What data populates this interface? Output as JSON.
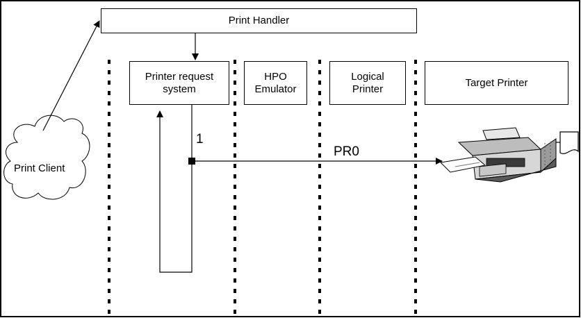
{
  "diagram": {
    "handler": "Print Handler",
    "lanes": [
      "Printer request\nsystem",
      "HPO\nEmulator",
      "Logical\nPrinter",
      "Target Printer"
    ],
    "client": "Print Client",
    "step_number": "1",
    "message": "PR0"
  },
  "colors": {
    "line": "#000000",
    "background": "#ffffff",
    "printer_body": "#d7d7d7",
    "printer_dark": "#3a3a3a"
  }
}
